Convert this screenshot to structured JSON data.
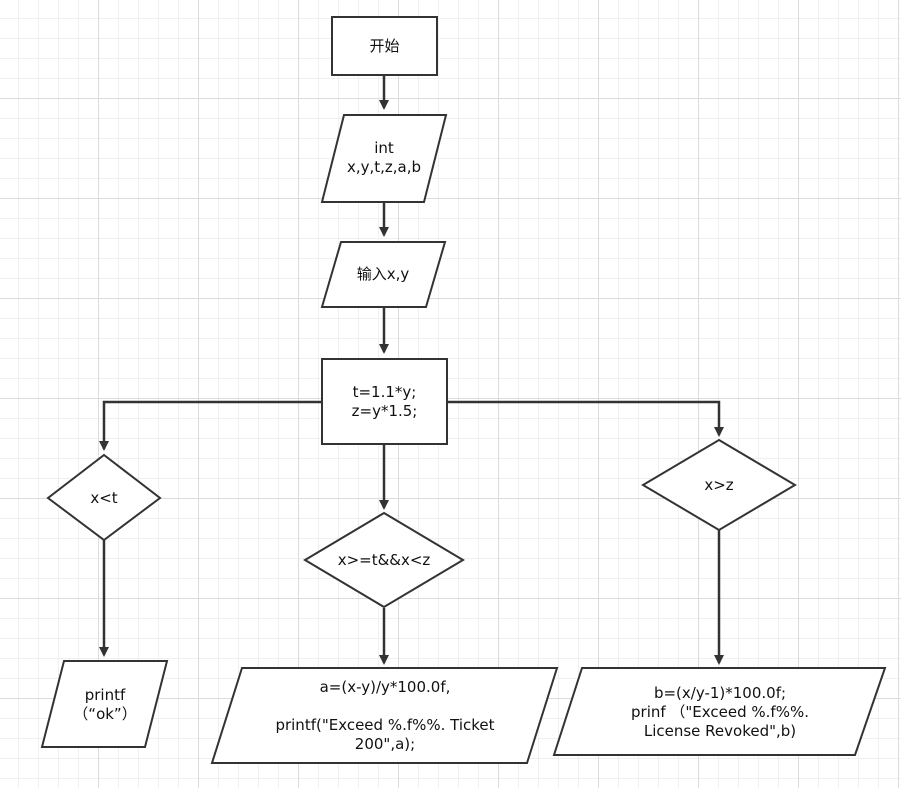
{
  "nodes": {
    "start": "开始",
    "declare": "int\nx,y,t,z,a,b",
    "input": "输入x,y",
    "compute": "t=1.1*y;\nz=y*1.5;",
    "cond_left": "x<t",
    "cond_mid": "x>=t&&x<z",
    "cond_right": "x>z",
    "out_left": "printf\n（“ok”）",
    "out_mid": "a=(x-y)/y*100.0f,\n\nprintf(\"Exceed %.f%%. Ticket\n200\",a);",
    "out_right": "b=(x/y-1)*100.0f;\nprinf （\"Exceed %.f%%.\nLicense Revoked\",b)"
  },
  "colors": {
    "line": "#333333",
    "grid": "#dcdcdc",
    "fill": "#ffffff"
  }
}
